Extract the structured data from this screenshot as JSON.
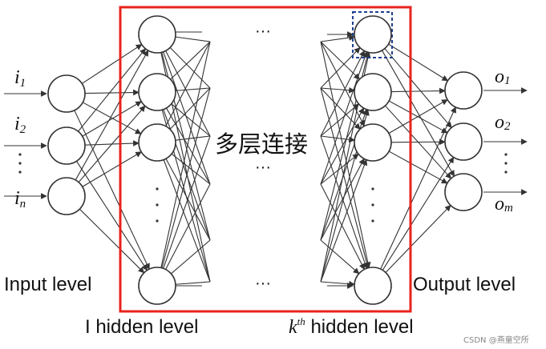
{
  "labels": {
    "input_level": "Input level",
    "output_level": "Output level",
    "first_hidden": "I  hidden level",
    "kth_base": "k",
    "kth_sup": "th",
    "kth_rest": " hidden level",
    "multi_layer": "多层连接",
    "ellipsis": "···",
    "watermark": "CSDN @燕童空所"
  },
  "inputs": [
    {
      "base": "i",
      "sub": "1"
    },
    {
      "base": "i",
      "sub": "2"
    },
    {
      "base": "i",
      "sub": "n"
    }
  ],
  "outputs": [
    {
      "base": "o",
      "sub": "1"
    },
    {
      "base": "o",
      "sub": "2"
    },
    {
      "base": "o",
      "sub": "m"
    }
  ],
  "colors": {
    "frame": "#e8231c",
    "highlight": "#1f3f8f",
    "stroke": "#333333"
  }
}
